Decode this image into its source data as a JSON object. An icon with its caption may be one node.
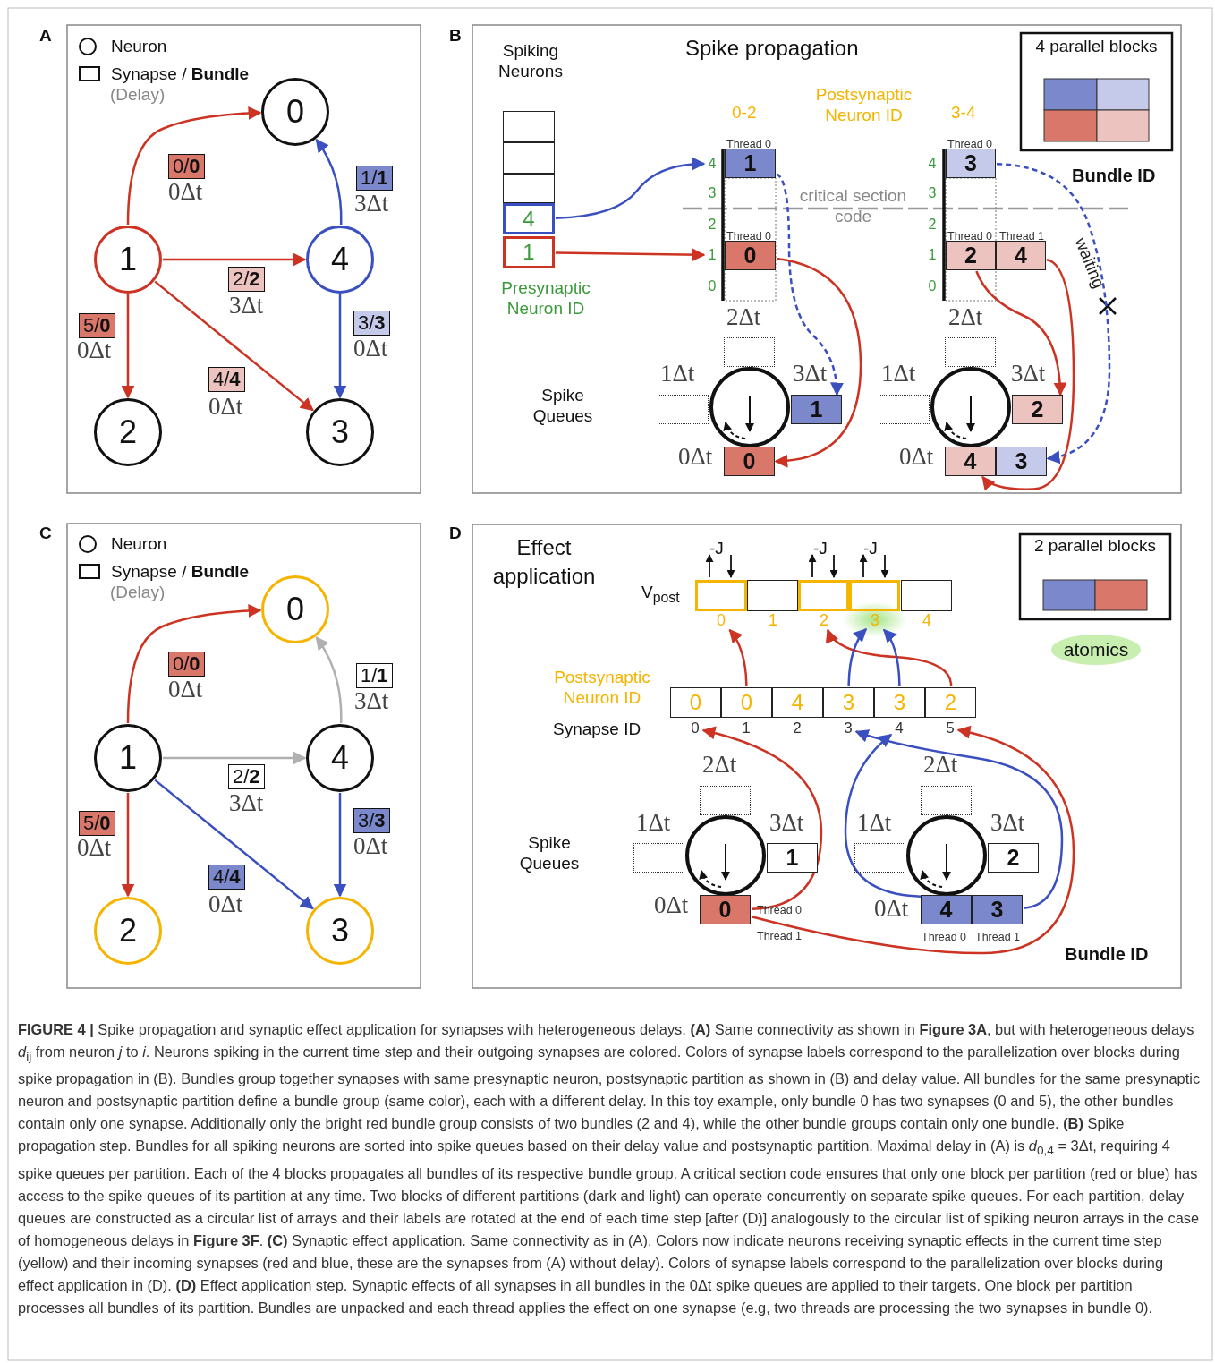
{
  "diagram": {
    "caption": "**FIGURE 4 |** Spike propagation and synaptic effect application for synapses with heterogeneous delays. **(A)** Same connectivity as shown in **Figure 3A**, but with heterogeneous delays *d*$_{ij}$ from neuron *j* to *i*. Neurons spiking in the current time step and their outgoing synapses are colored. Colors of synapse labels correspond to the parallelization over blocks during spike propagation in (B). Bundles group together synapses with same presynaptic neuron, postsynaptic partition as shown in (B) and delay value. All bundles for the same presynaptic neuron and postsynaptic partition define a bundle group (same color), each with a different delay. In this toy example, only bundle 0 has two synapses (0 and 5), the other bundles contain only one synapse. Additionally only the bright red bundle group consists of two bundles (2 and 4), while the other bundle groups contain only one bundle. **(B)** Spike propagation step. Bundles for all spiking neurons are sorted into spike queues based on their delay value and postsynaptic partition. Maximal delay in (A) is *d*$_{0,4}$ = 3Δt, requiring 4 spike queues per partition. Each of the 4 blocks propagates all bundles of its respective bundle group. A critical section code ensures that only one block per partition (red or blue) has access to the spike queues of its partition at any time. Two blocks of different partitions (dark and light) can operate concurrently on separate spike queues. For each partition, delay queues are constructed as a circular list of arrays and their labels are rotated at the end of each time step [after (D)] analogously to the circular list of spiking neuron arrays in the case of homogeneous delays in **Figure 3F**. **(C)** Synaptic effect application. Same connectivity as in (A). Colors now indicate neurons receiving synaptic effects in the current time step (yellow) and their incoming synapses (red and blue, these are the synapses from (A) without delay). Colors of synapse labels correspond to the parallelization over blocks during effect application in (D). **(D)** Effect application step. Synaptic effects of all synapses in all bundles in the 0Δt spike queues are applied to their targets. One block per partition processes all bundles of its partition. Bundles are unpacked and each thread applies the effect on one synapse (e.g, two threads are processing the two synapses in bundle 0).",
    "nodes": [
      {
        "text": [
          "0"
        ]
      },
      {
        "text": [
          "1"
        ]
      },
      {
        "text": [
          "2"
        ]
      },
      {
        "text": [
          "3"
        ]
      },
      {
        "text": [
          "4"
        ]
      },
      {
        "text": [
          "0"
        ]
      },
      {
        "text": [
          "1"
        ]
      },
      {
        "text": [
          "2"
        ]
      },
      {
        "text": [
          "3"
        ]
      },
      {
        "text": [
          "4"
        ]
      },
      {
        "text": [],
        "shape": "box"
      },
      {
        "text": [],
        "shape": "box"
      },
      {
        "text": [],
        "shape": "box"
      },
      {
        "text": [
          "4"
        ]
      },
      {
        "text": [
          "1"
        ]
      },
      {
        "text": [
          "4"
        ]
      },
      {
        "text": [
          "3"
        ]
      },
      {
        "text": [
          "2"
        ]
      },
      {
        "text": [
          "1"
        ]
      },
      {
        "text": [
          "0"
        ]
      },
      {
        "text": [
          "4"
        ]
      },
      {
        "text": [
          "3"
        ]
      },
      {
        "text": [
          "2"
        ]
      },
      {
        "text": [
          "1"
        ]
      },
      {
        "text": [
          "0"
        ]
      },
      {
        "text": [
          "1"
        ],
        "beside": [
          "Thread 0"
        ]
      },
      {
        "text": [
          "0"
        ],
        "beside": [
          "Thread 0"
        ]
      },
      {
        "text": [
          "3"
        ],
        "beside": [
          "Thread 0"
        ]
      },
      {
        "text": [
          "2"
        ],
        "beside": [
          "Thread 0"
        ]
      },
      {
        "text": [
          "4"
        ],
        "beside": [
          "Thread 1"
        ]
      },
      {
        "text": [],
        "shape": "circle"
      },
      {
        "text": [],
        "shape": "box",
        "beside": [
          "2Δt"
        ]
      },
      {
        "text": [],
        "shape": "box",
        "beside": [
          "1Δt"
        ]
      },
      {
        "text": [
          "1"
        ],
        "beside": [
          "3Δt"
        ]
      },
      {
        "text": [
          "0"
        ],
        "beside": [
          "0Δt"
        ]
      },
      {
        "text": [],
        "shape": "circle"
      },
      {
        "text": [],
        "shape": "box",
        "beside": [
          "2Δt"
        ]
      },
      {
        "text": [],
        "shape": "box",
        "beside": [
          "1Δt"
        ]
      },
      {
        "text": [
          "2"
        ],
        "beside": [
          "3Δt"
        ]
      },
      {
        "text": [
          "4"
        ],
        "beside": [
          "0Δt"
        ]
      },
      {
        "text": [
          "3"
        ]
      },
      {
        "text": [],
        "shape": "box"
      },
      {
        "text": [],
        "shape": "box"
      },
      {
        "text": [],
        "shape": "box"
      },
      {
        "text": [],
        "shape": "box"
      },
      {
        "text": [],
        "shape": "box"
      },
      {
        "text": [
          "0"
        ]
      },
      {
        "text": [
          "1"
        ]
      },
      {
        "text": [
          "2"
        ]
      },
      {
        "text": [
          "3"
        ]
      },
      {
        "text": [
          "4"
        ]
      },
      {
        "text": [
          "0"
        ]
      },
      {
        "text": [
          "0"
        ]
      },
      {
        "text": [
          "4"
        ]
      },
      {
        "text": [
          "3"
        ]
      },
      {
        "text": [
          "3"
        ]
      },
      {
        "text": [
          "2"
        ]
      },
      {
        "text": [
          "0"
        ]
      },
      {
        "text": [
          "1"
        ]
      },
      {
        "text": [
          "2"
        ]
      },
      {
        "text": [
          "3"
        ]
      },
      {
        "text": [
          "4"
        ]
      },
      {
        "text": [
          "5"
        ]
      },
      {
        "text": [],
        "shape": "circle"
      },
      {
        "text": [],
        "shape": "box",
        "beside": [
          "2Δt"
        ]
      },
      {
        "text": [],
        "shape": "box",
        "beside": [
          "1Δt"
        ]
      },
      {
        "text": [
          "1"
        ],
        "beside": [
          "3Δt"
        ]
      },
      {
        "text": [
          "0"
        ],
        "beside": [
          "0Δt",
          "Thread 0",
          "Thread 1"
        ]
      },
      {
        "text": [],
        "shape": "circle"
      },
      {
        "text": [],
        "shape": "box",
        "beside": [
          "2Δt"
        ]
      },
      {
        "text": [],
        "shape": "box",
        "beside": [
          "1Δt"
        ]
      },
      {
        "text": [
          "2"
        ],
        "beside": [
          "3Δt"
        ]
      },
      {
        "text": [
          "4"
        ],
        "beside": [
          "0Δt",
          "Thread 0"
        ]
      },
      {
        "text": [
          "3"
        ],
        "beside": [
          "Thread 1"
        ]
      },
      {
        "text": [
          "atomics"
        ]
      }
    ],
    "edges": [
      {
        "from": 1,
        "to": 0,
        "arrow": "to",
        "label": "0/**0**"
      },
      {
        "from": 4,
        "to": 0,
        "arrow": "to",
        "label": "1/**1**",
        "color": "#3a4fc0"
      },
      {
        "from": 1,
        "to": 4,
        "arrow": "to",
        "label": "2/**2**"
      },
      {
        "from": 4,
        "to": 3,
        "arrow": "to",
        "label": "3/**3**",
        "color": "#3a4fc0"
      },
      {
        "from": 1,
        "to": 3,
        "arrow": "to",
        "label": "4/**4**"
      },
      {
        "from": 1,
        "to": 2,
        "arrow": "to",
        "label": "5/**0**"
      },
      {
        "from": 6,
        "to": 5,
        "arrow": "to",
        "label": "0/**0**"
      },
      {
        "from": 9,
        "to": 5,
        "arrow": "to",
        "label": "1/**1**",
        "color": "#b0b0b0"
      },
      {
        "from": 6,
        "to": 9,
        "arrow": "to",
        "label": "2/**2**",
        "color": "#b0b0b0"
      },
      {
        "from": 9,
        "to": 8,
        "arrow": "to",
        "label": "3/**3**",
        "color": "#3a4fc0"
      },
      {
        "from": 6,
        "to": 8,
        "arrow": "to",
        "label": "4/**4**",
        "color": "#3a4fc0"
      },
      {
        "from": 6,
        "to": 7,
        "arrow": "to",
        "label": "5/**0**"
      },
      {
        "from": 13,
        "to": 15,
        "arrow": "to",
        "color": "#3a4fc0"
      },
      {
        "from": 14,
        "to": 18,
        "arrow": "to"
      },
      {
        "from": 25,
        "to": 33,
        "arrow": "to",
        "style": "dashed",
        "color": "#3a4fc0"
      },
      {
        "from": 26,
        "to": 34,
        "arrow": "to"
      },
      {
        "from": 27,
        "to": 40,
        "arrow": "to",
        "style": "dashed",
        "color": "#3a4fc0",
        "label": "waiting"
      },
      {
        "from": 28,
        "to": 38,
        "arrow": "to"
      },
      {
        "from": 29,
        "to": 39,
        "arrow": "to"
      },
      {
        "from": 52,
        "to": 46,
        "arrow": "to"
      },
      {
        "from": 56,
        "to": 48,
        "arrow": "to"
      },
      {
        "from": 54,
        "to": 49,
        "arrow": "to",
        "color": "#3a4fc0"
      },
      {
        "from": 55,
        "to": 49,
        "arrow": "to",
        "color": "#3a4fc0"
      },
      {
        "from": 67,
        "to": 57,
        "arrow": "to"
      },
      {
        "from": 67,
        "to": 62,
        "arrow": "to"
      },
      {
        "from": 72,
        "to": 61,
        "arrow": "to",
        "color": "#3a4fc0"
      },
      {
        "from": 73,
        "to": 60,
        "arrow": "to",
        "color": "#3a4fc0"
      }
    ],
    "labels": [
      "A",
      "(Delay)",
      "0Δt",
      "3Δt",
      "3Δt",
      "0Δt",
      "0Δt",
      "0Δt",
      "B",
      "Spiking Neurons",
      "Spike propagation",
      "Postsynaptic Neuron ID",
      "0-2",
      "3-4",
      "4 parallel blocks",
      "Bundle ID",
      "critical section code",
      "Presynaptic Neuron ID",
      "Spike Queues",
      "C",
      "(Delay)",
      "0Δt",
      "3Δt",
      "3Δt",
      "0Δt",
      "0Δt",
      "0Δt",
      "D",
      "Effect application",
      "-J",
      "-J",
      "-J",
      "V$_{post}$",
      "2 parallel blocks",
      "Postsynaptic Neuron ID",
      "Synapse ID",
      "Spike Queues",
      "Bundle ID"
    ],
    "legend": [
      {
        "text": "Neuron"
      },
      {
        "text": "Synapse / **Bundle**"
      },
      {
        "text": "Neuron"
      },
      {
        "text": "Synapse / **Bundle**"
      }
    ]
  }
}
